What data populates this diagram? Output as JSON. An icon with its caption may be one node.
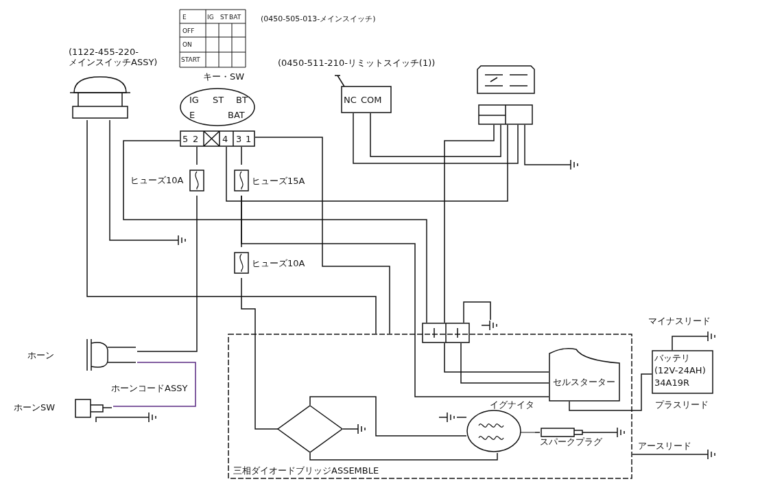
{
  "diagram": {
    "nodes": [
      {
        "text": [
          "(1122-455-220-",
          "メインスイッチASSY)"
        ]
      },
      {
        "text": [
          "IG",
          "ST",
          "BT",
          "E",
          "BAT"
        ],
        "beside": [
          "キー・SW"
        ]
      },
      {
        "text": [
          "5",
          "2",
          "4",
          "3",
          "1"
        ]
      },
      {
        "text": [
          "ヒューズ10A"
        ]
      },
      {
        "text": [
          "ヒューズ15A"
        ]
      },
      {
        "text": [
          "ヒューズ10A"
        ]
      },
      {
        "text": [
          "NC",
          "COM"
        ],
        "beside": [
          "(0450-511-210-リミットスイッチ(1))"
        ]
      },
      {
        "text": [],
        "shape": "box"
      },
      {
        "text": [],
        "shape": "box"
      },
      {
        "text": [
          "ホーン"
        ]
      },
      {
        "text": [
          "ホーンSW"
        ]
      },
      {
        "text": [],
        "shape": "box"
      },
      {
        "text": [
          "三相ダイオードブリッジASSEMBLE"
        ]
      },
      {
        "text": [],
        "shape": "diamond",
        "in": 12
      },
      {
        "text": [
          "イグナイタ"
        ],
        "in": 12
      },
      {
        "text": [
          "スパークプラグ"
        ],
        "in": 12
      },
      {
        "text": [
          "セルスターター"
        ],
        "in": 12
      },
      {
        "text": [
          "バッテリ",
          "(12V-24AH)",
          "34A19R"
        ]
      },
      {
        "text": [],
        "shape": "ground"
      },
      {
        "text": [],
        "shape": "ground"
      },
      {
        "text": [],
        "shape": "ground"
      },
      {
        "text": [],
        "shape": "ground"
      },
      {
        "text": [],
        "shape": "ground"
      },
      {
        "text": [],
        "shape": "ground",
        "in": 12
      },
      {
        "text": [],
        "shape": "ground",
        "in": 12
      },
      {
        "text": [],
        "shape": "ground",
        "in": 12
      },
      {
        "text": [],
        "shape": "ground"
      }
    ],
    "edges": [
      {
        "from": 0,
        "to": 18,
        "arrow": "none"
      },
      {
        "from": 0,
        "to": 12,
        "arrow": "none"
      },
      {
        "from": 2,
        "to": 3,
        "arrow": "none"
      },
      {
        "from": 3,
        "to": 9,
        "arrow": "none"
      },
      {
        "from": 2,
        "to": 4,
        "arrow": "none"
      },
      {
        "from": 4,
        "to": 5,
        "arrow": "none"
      },
      {
        "from": 5,
        "to": 13,
        "arrow": "none"
      },
      {
        "from": 2,
        "to": 8,
        "arrow": "none"
      },
      {
        "from": 2,
        "to": 11,
        "arrow": "none"
      },
      {
        "from": 4,
        "to": 16,
        "arrow": "none"
      },
      {
        "from": 2,
        "to": 12,
        "arrow": "none"
      },
      {
        "from": 6,
        "to": 8,
        "arrow": "none"
      },
      {
        "from": 6,
        "to": 8,
        "arrow": "none"
      },
      {
        "from": 8,
        "to": 19,
        "arrow": "none"
      },
      {
        "from": 8,
        "to": 11,
        "arrow": "none"
      },
      {
        "from": 11,
        "to": 16,
        "arrow": "none"
      },
      {
        "from": 11,
        "to": 16,
        "arrow": "none"
      },
      {
        "from": 11,
        "to": 20,
        "arrow": "none"
      },
      {
        "from": 9,
        "to": 10,
        "arrow": "none",
        "label": "ホーンコードASSY",
        "color": "#5a2a82"
      },
      {
        "from": 10,
        "to": 26,
        "arrow": "none"
      },
      {
        "from": 17,
        "to": 21,
        "arrow": "none",
        "label": "マイナスリード"
      },
      {
        "from": 16,
        "to": 17,
        "arrow": "none",
        "label": "プラスリード"
      },
      {
        "from": 12,
        "to": 22,
        "arrow": "none",
        "label": "アースリード"
      },
      {
        "from": 13,
        "to": 23,
        "arrow": "none"
      },
      {
        "from": 13,
        "to": 14,
        "arrow": "none"
      },
      {
        "from": 13,
        "to": 14,
        "arrow": "none"
      },
      {
        "from": 14,
        "to": 24,
        "arrow": "none"
      },
      {
        "from": 14,
        "to": 15,
        "arrow": "none"
      },
      {
        "from": 15,
        "to": 25,
        "arrow": "none"
      }
    ],
    "labels": [
      "E",
      "IG",
      "ST",
      "BAT",
      "OFF",
      "ON",
      "START",
      "(0450-505-013-メインスイッチ)"
    ]
  }
}
